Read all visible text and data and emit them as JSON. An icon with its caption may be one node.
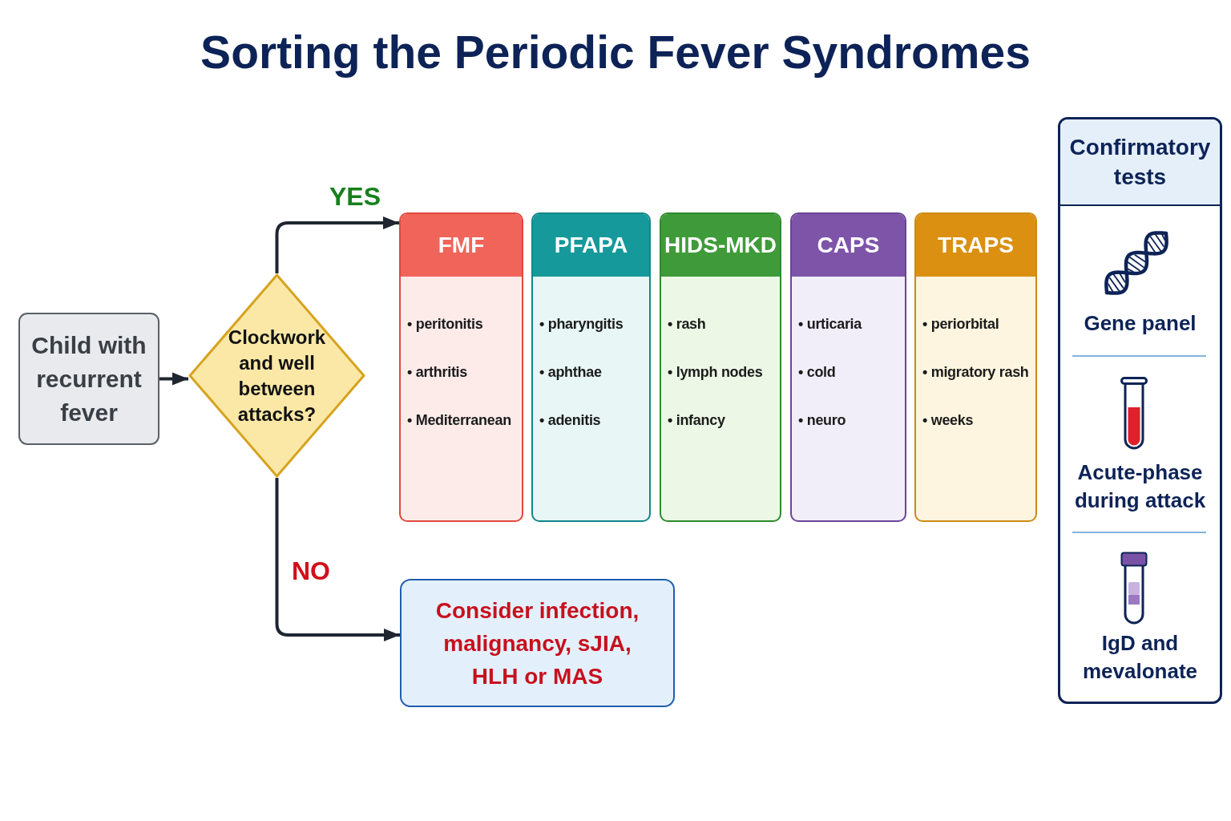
{
  "diagram": {
    "title": "Sorting the Periodic Fever Syndromes",
    "nodes": [
      {
        "text": [
          "Child with recurrent fever"
        ]
      },
      {
        "text": [
          "Clockwork and well between attacks?"
        ]
      },
      {
        "text": [
          "FMF",
          "• peritonitis",
          "• arthritis",
          "• Mediterranean"
        ]
      },
      {
        "text": [
          "PFAPA",
          "• pharyngitis",
          "• aphthae",
          "• adenitis"
        ]
      },
      {
        "text": [
          "HIDS-MKD",
          "• rash",
          "• lymph nodes",
          "• infancy"
        ]
      },
      {
        "text": [
          "CAPS",
          "• urticaria",
          "• cold",
          "• neuro"
        ]
      },
      {
        "text": [
          "TRAPS",
          "• periorbital",
          "• migratory rash",
          "• weeks"
        ]
      },
      {
        "text": [
          "Consider infection, malignancy, sJIA, HLH or MAS"
        ]
      },
      {
        "text": [
          "Confirmatory tests",
          "Gene panel",
          "Acute-phase during attack",
          "IgD and mevalonate"
        ]
      }
    ],
    "edges": [
      {
        "from": 0,
        "to": 1,
        "arrow": "to"
      },
      {
        "from": 1,
        "to": 2,
        "arrow": "to",
        "label": "YES"
      },
      {
        "from": 1,
        "to": 7,
        "arrow": "to",
        "label": "NO"
      }
    ]
  }
}
